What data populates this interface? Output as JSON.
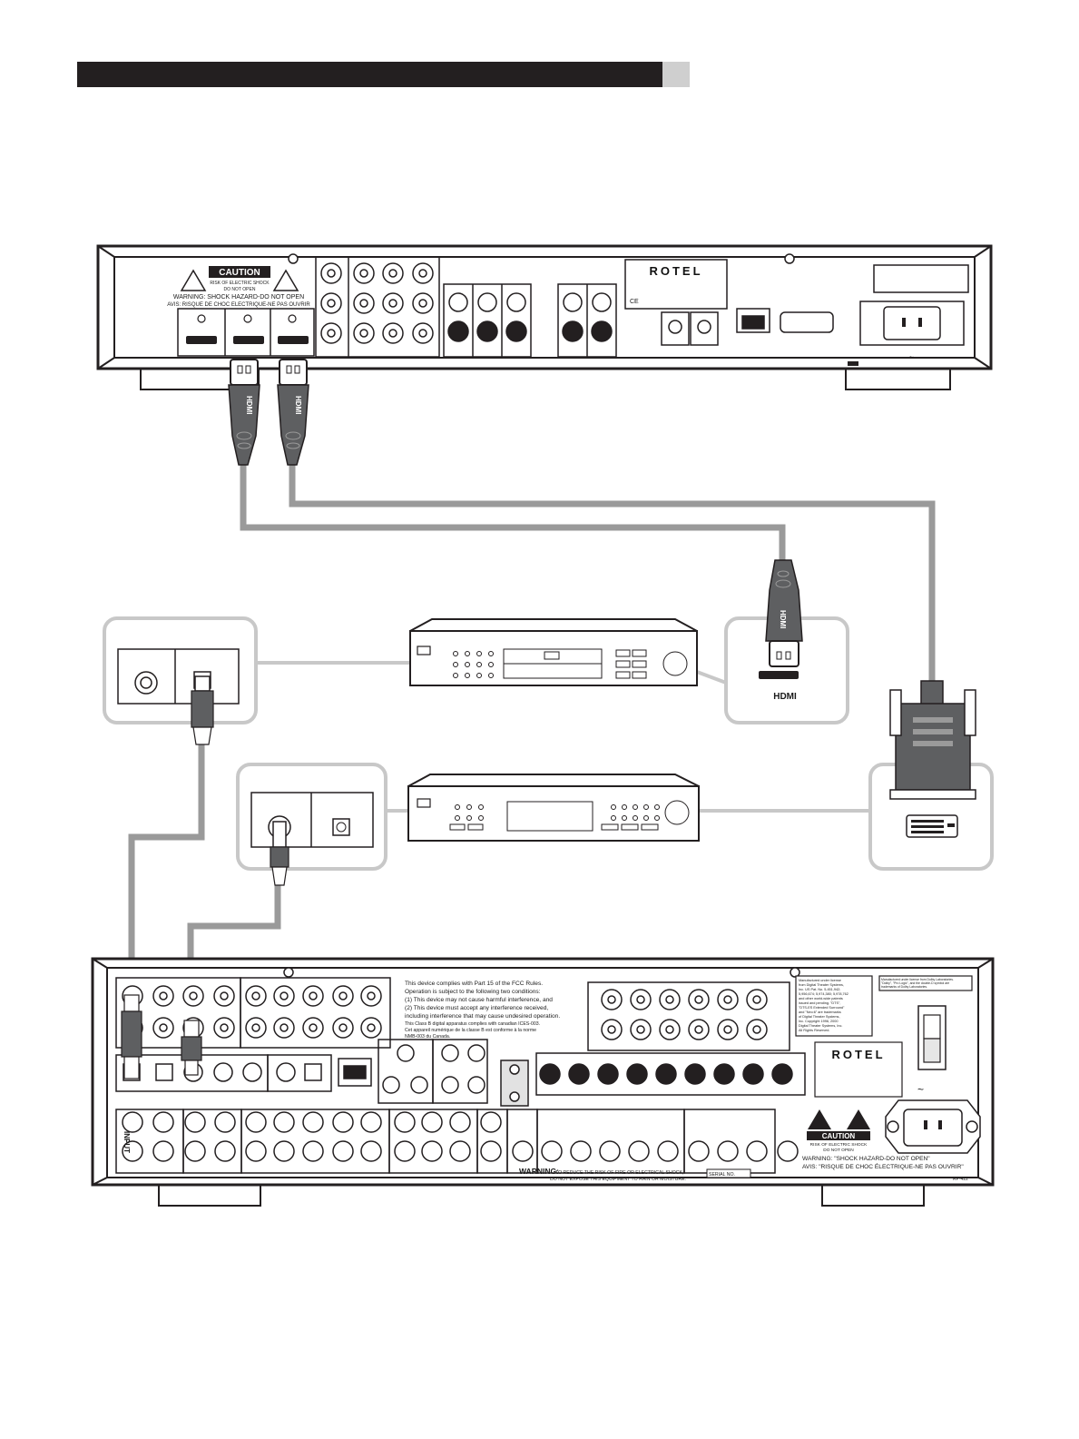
{
  "processor": {
    "brand": "ROTEL",
    "caution_title": "CAUTION",
    "caution_line1": "RISK OF ELECTRIC SHOCK",
    "caution_line2": "DO NOT OPEN",
    "warning_line": "WARNING: SHOCK HAZARD-DO NOT OPEN",
    "avis_line": "AVIS: RISQUE DE CHOC ELECTRIQUE-NE PAS OUVRIR",
    "ce_mark": "CE",
    "ac_symbol": "~"
  },
  "cable_labels": {
    "hdmi_plug_left": "HDMI",
    "hdmi_plug_right": "HDMI",
    "hdmi_plug_mid": "HDMI",
    "hdmi_port_label": "HDMI"
  },
  "receiver": {
    "brand": "ROTEL",
    "input_label": "INPUT",
    "fcc_text": [
      "This device complies with Part 15 of the FCC Rules.",
      "Operation is subject to the following two conditions:",
      "(1) This device may not cause harmful interference, and",
      "(2) This device must accept any interference received,",
      "including interference that may cause undesired operation.",
      "This Class B digital apparatus complies with canadian ICES-003.",
      "Cet appareil numérique de la classe B est conforme à la norme",
      "NMB-003 du Canada."
    ],
    "dts_text": [
      "Manufactured under license",
      "from Digital Theater Systems,",
      "Inc. US Pat. No. 5,451,942;",
      "5,956,674; 5,974,380; 5,978,762",
      "and other world-wide patents",
      "issued and pending. \"DTS\",",
      "\"DTS-ES Extended Surround\"",
      "and \"Neo:6\" are trademarks",
      "of Digital Theater Systems,",
      "Inc. Copyright 1996, 2000",
      "Digital Theater Systems, Inc.",
      "All Rights Reserved."
    ],
    "dolby_text": [
      "Manufactured under license from Dolby Laboratories.",
      "\"Dolby\", \"Pro Logic\", and the double-D symbol are",
      "trademarks of Dolby Laboratories."
    ],
    "caution_title": "CAUTION",
    "caution_line1": "RISK OF ELECTRIC SHOCK",
    "caution_line2": "DO NOT OPEN",
    "warning_main": "WARNING: \"SHOCK HAZARD-DO NOT OPEN\"",
    "avis_main": "AVIS: \"RISQUE DE CHOC ÉLECTRIQUE-NE PAS OUVRIR\"",
    "bottom_warning_title": "WARNING:",
    "bottom_warning_line1": "TO REDUCE THE RISK OF FIRE OR ELECTRICAL SHOCK,",
    "bottom_warning_line2": "DO NOT EXPOSE THIS EQUIPMENT TO RAIN OR MOISTURE.",
    "serial_label": "SERIAL NO.",
    "model_code": "RP-422",
    "ac_symbol": "~"
  },
  "colors": {
    "cable": "#9a9a9a",
    "plug": "#5e5f61",
    "outline": "#231f20",
    "callout": "#c8c8c8"
  }
}
